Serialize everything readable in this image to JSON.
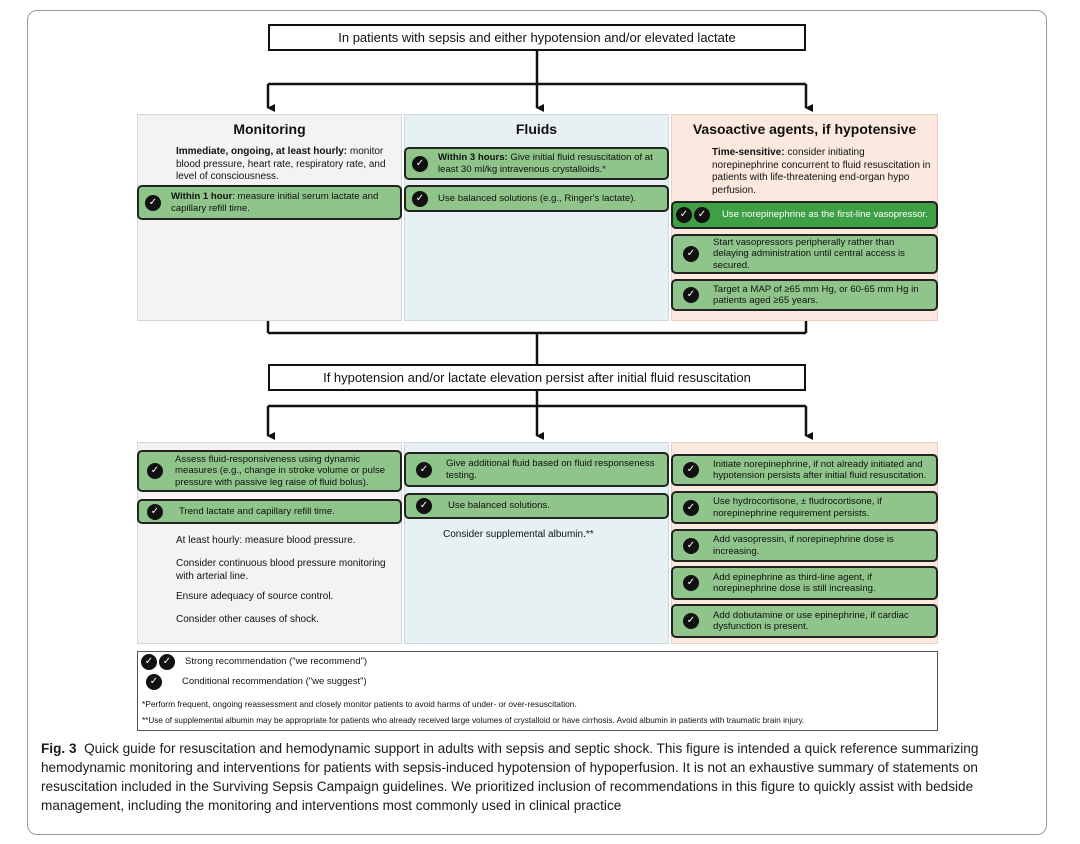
{
  "top_box": "In patients with sepsis and either hypotension and/or elevated lactate",
  "mid_box": "If hypotension and/or lactate elevation persist after initial fluid resuscitation",
  "monitoring": {
    "title": "Monitoring",
    "intro_bold": "Immediate, ongoing, at least hourly:",
    "intro_rest": " monitor blood pressure, heart rate, respiratory rate, and level of consciousness.",
    "rec1_bold": "Within 1 hour",
    "rec1_rest": ": measure initial serum lactate and capillary refill time.",
    "rec2": "Assess fluid-responsiveness using dynamic measures (e.g., change in stroke volume or pulse pressure with passive leg raise of fluid bolus).",
    "rec3": "Trend lactate and capillary refill time.",
    "plain1": "At least hourly: measure blood pressure.",
    "plain2": "Consider continuous blood pressure monitoring with arterial line.",
    "plain3": "Ensure adequacy of source control.",
    "plain4": "Consider other causes of shock."
  },
  "fluids": {
    "title": "Fluids",
    "rec1_bold": "Within 3 hours:",
    "rec1_rest": " Give initial fluid resuscitation of at least 30 ml/kg intravenous crystalloids.*",
    "rec2": "Use balanced solutions (e.g., Ringer's lactate).",
    "rec3": "Give additional fluid based on fluid responseness testing.",
    "rec4": "Use balanced solutions.",
    "plain1": "Consider supplemental albumin.**"
  },
  "vaso": {
    "title": "Vasoactive agents, if hypotensive",
    "intro_bold": "Time-sensitive:",
    "intro_rest": " consider initiating norepinephrine concurrent to fluid resuscitation in patients with life-threatening end-organ hypo perfusion.",
    "rec1": "Use norepinephrine as the first-line vasopressor.",
    "rec2": "Start vasopressors peripherally rather than delaying administration until central access is secured.",
    "rec3": "Target a MAP of ≥65 mm Hg, or 60-65 mm Hg in patients aged ≥65 years.",
    "rec4": "Initiate norepinephrine, if not already initiated and hypotension persists after initial fluid resuscitation.",
    "rec5": "Use hydrocortisone, ± fludrocortisone, if norepinephrine requirement persists.",
    "rec6": "Add vasopressin, if norepinephrine dose is increasing.",
    "rec7": "Add epinephrine as third-line agent, if norepinephrine dose is still increasing.",
    "rec8": "Add dobutamine or use epinephrine, if cardiac dysfunction is present."
  },
  "legend": {
    "strong": "Strong recommendation (\"we recommend\")",
    "conditional": "Conditional recommendation (\"we suggest\")",
    "note1": "*Perform frequent, ongoing reassessment and closely monitor patients to avoid harms of under- or over-resuscitation.",
    "note2": "**Use of supplemental albumin may be appropriate for patients who already received large volumes of crystalloid or have cirrhosis. Avoid albumin in patients with traumatic brain injury."
  },
  "caption": {
    "label": "Fig. 3",
    "text": "Quick guide for resuscitation and hemodynamic support in adults with sepsis and septic shock. This figure is intended a quick reference summarizing hemodynamic monitoring and interventions for patients with sepsis-induced hypotension of hypoperfusion. It is not an exhaustive summary of statements on resuscitation included in the Surviving Sepsis Campaign guidelines. We prioritized inclusion of recommendations in this figure to quickly assist with bedside management, including the monitoring and interventions most commonly used in clinical practice"
  },
  "icons": {
    "check": "check-circle-icon"
  },
  "colors": {
    "recommendation_fill": "#8fc48a",
    "monitoring_bg": "#f3f3f3",
    "fluids_bg": "#e7f0f3",
    "vaso_bg": "#fbe8df"
  }
}
